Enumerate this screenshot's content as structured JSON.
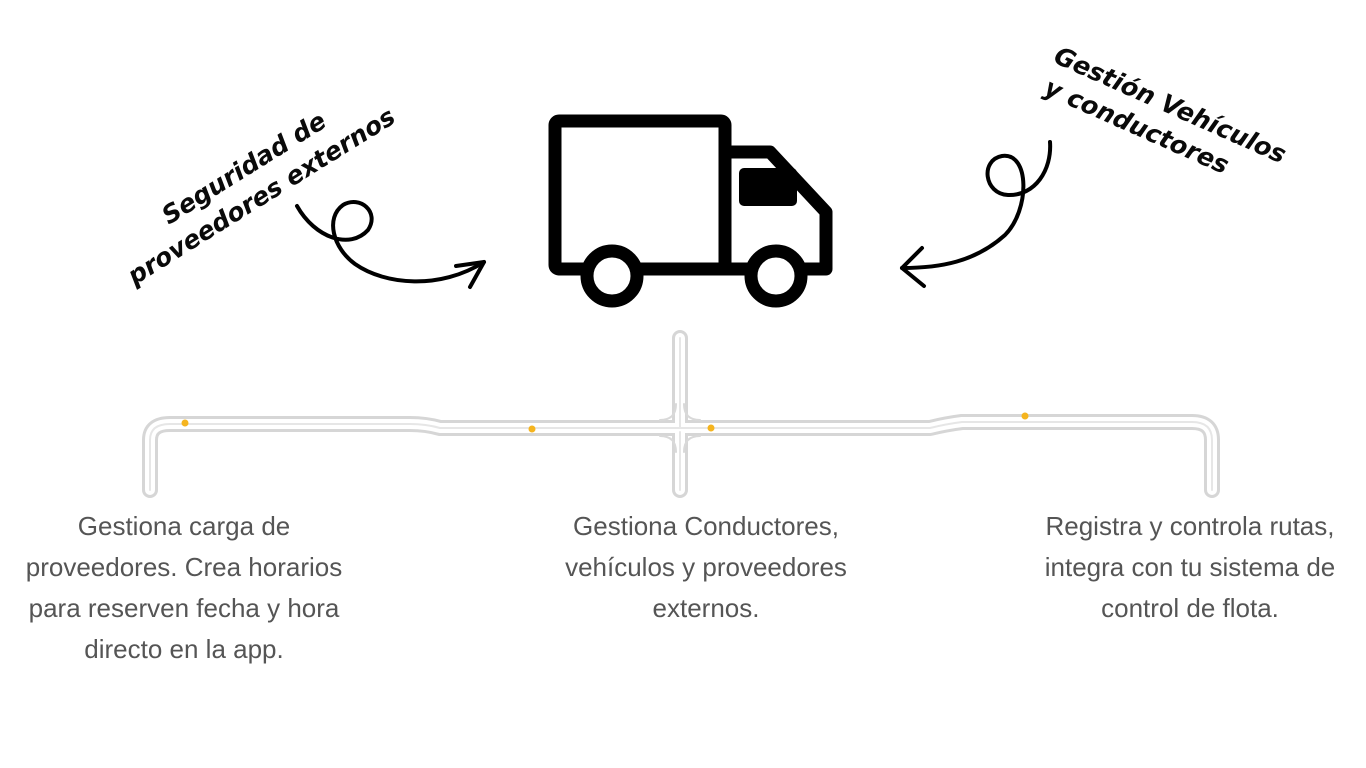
{
  "labels": {
    "left": [
      "Seguridad de",
      "proveedores externos"
    ],
    "right": [
      "Gestión Vehículos",
      "y conductores"
    ]
  },
  "features": [
    {
      "text": "Gestiona carga de proveedores. Crea horarios para reserven fecha y hora directo en la app."
    },
    {
      "text": "Gestiona Conductores, vehículos y proveedores externos."
    },
    {
      "text": "Registra y controla rutas, integra con tu sistema de control de flota."
    }
  ],
  "colors": {
    "ink": "#000000",
    "track": "#d9d9d9",
    "track_inner": "#ffffff",
    "dot": "#f5b41e",
    "desc_text": "#555555"
  },
  "icons": {
    "center": "delivery-truck-icon",
    "arrows": "curly-arrow-icon"
  }
}
